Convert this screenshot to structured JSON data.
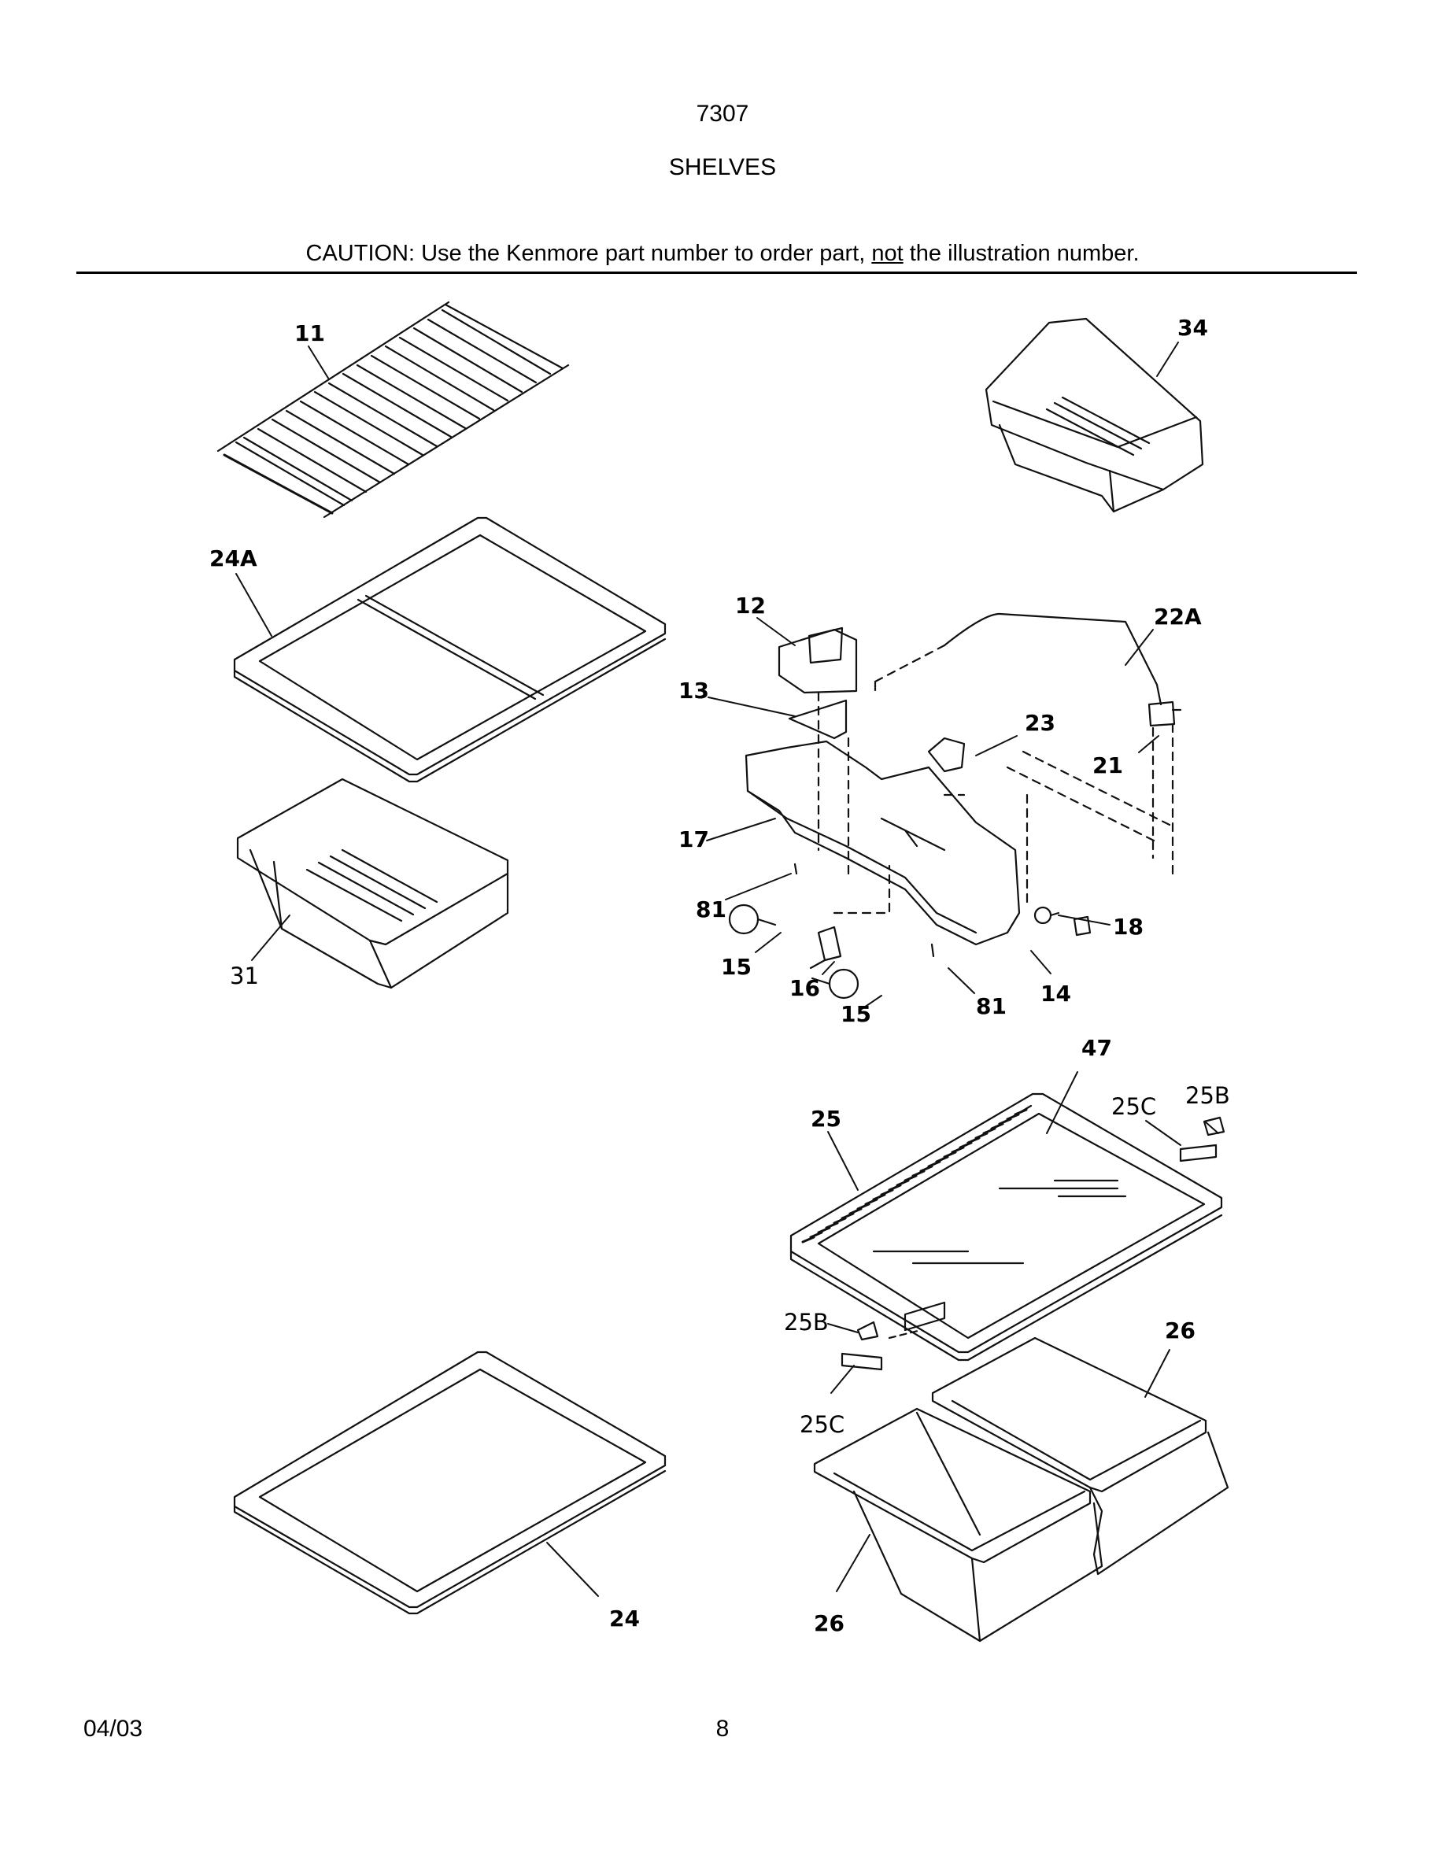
{
  "header": {
    "model_number": "7307",
    "section_title": "SHELVES",
    "caution_prefix": "CAUTION: Use the Kenmore part number to order part, ",
    "caution_underlined": "not",
    "caution_suffix": " the illustration number."
  },
  "callouts": {
    "c11": "11",
    "c34": "34",
    "c24A": "24A",
    "c12": "12",
    "c22A": "22A",
    "c13": "13",
    "c23": "23",
    "c21": "21",
    "c17": "17",
    "c81a": "81",
    "c18": "18",
    "c15a": "15",
    "c16": "16",
    "c14": "14",
    "c81b": "81",
    "c15b": "15",
    "c31": "31",
    "c47": "47",
    "c25B_top": "25B",
    "c25C_top": "25C",
    "c25": "25",
    "c25B_bot": "25B",
    "c26_top": "26",
    "c25C_bot": "25C",
    "c24": "24",
    "c26_bot": "26"
  },
  "footer": {
    "date": "04/03",
    "page_number": "8"
  }
}
